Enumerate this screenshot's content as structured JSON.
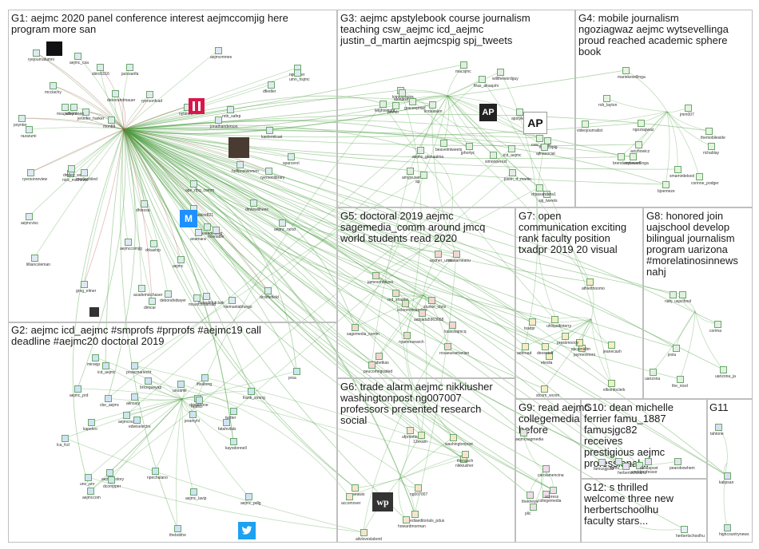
{
  "groups": [
    {
      "id": "g1",
      "text": "G1: aejmc 2020 panel conference interest aejmccomjig here\nprogram more san"
    },
    {
      "id": "g2",
      "text": "G2: aejmc icd_aejmc #smprofs #prprofs #aejmc19 call\ndeadline #aejmc20 doctoral 2019"
    },
    {
      "id": "g3",
      "text": "G3: aejmc apstylebook course journalism\nteaching csw_aejmc icd_aejmc\njustin_d_martin aejmcspig spj_tweets"
    },
    {
      "id": "g4",
      "text": "G4: mobile journalism\nngoziagwaz aejmc wytsevellinga\nproud reached academic sphere\nbook"
    },
    {
      "id": "g5",
      "text": "G5: doctoral 2019 aejmc\nsagemedia_comm around jmcq\nworld students read 2020"
    },
    {
      "id": "g6",
      "text": "G6: trade alarm aejmc nikkiusher\nwashingtonpost ng007007\nprofessors presented research\nsocial"
    },
    {
      "id": "g7",
      "text": "G7: open\ncommunication exciting\nrank faculty position\ntxadpr 2019 20 visual"
    },
    {
      "id": "g8",
      "text": "G8: honored join\nuajschool develop\nbilingual journalism\nprogram uarizona\n#morelatinosinnews\nnahj"
    },
    {
      "id": "g9",
      "text": "G9: read aejmc\ncollegemedia\nbefore"
    },
    {
      "id": "g10",
      "text": "G10: dean michelle\nferrier famu_1887\nfamusjgc82\nreceives\nprestigious aejmc\nprofessional..."
    },
    {
      "id": "g11",
      "text": "G11"
    },
    {
      "id": "g12",
      "text": "G12: s thrilled\nwelcome three new\nherbertschoolhu\nfaculty stars..."
    }
  ],
  "nodes": {
    "g1": [
      "aejmc",
      "poynter",
      "sbird1016",
      "ryersonlibrary",
      "ryersonfcad",
      "ryejournalumni",
      "greg_elmer",
      "nytimes",
      "ryersonreview",
      "mcclachy",
      "dimcar",
      "jennifer_harker",
      "deborahdmauer",
      "drcliffefield",
      "lilliancoleman",
      "niemanlabfuego",
      "msuocomarsad",
      "caseadviaing",
      "msujschool",
      "dmfewillhees",
      "jonathanderson",
      "ngeldner",
      "nick_mathews",
      "deborahidwyer",
      "meredithdclark",
      "kaelemilcari",
      "aejmccomjig",
      "dmiley_writes",
      "monb3",
      "dhinosa",
      "jackoarifa",
      "anamara",
      "msetable",
      "nnb_safep",
      "aejmc_ncnd",
      "ape_rfpg_comm",
      "dfiedler",
      "jessmaddox821",
      "huffpostwomen",
      "aejmc_csa",
      "aejmcmmee",
      "alleyronen",
      "drkaship",
      "razarumi",
      "mediaphiled",
      "sparcerol",
      "aejmcvisc",
      "academicchaser",
      "umn_hsjmc"
    ],
    "g2": [
      "thebobhe",
      "drjmahone",
      "aejmc_lavip",
      "kapekro",
      "bricegueyap",
      "npechulano",
      "icd_aejmc",
      "aejmchistory",
      "dcompper",
      "aejmccom",
      "aejmcrscom",
      "lca_fcd",
      "cbe_aejmc",
      "edwiselectrs",
      "aejmc_pdlg",
      "unoamil",
      "jeramyhl",
      "frank_strong",
      "akhsaly",
      "aejmc_prd",
      "kayodonnell",
      "twitter",
      "fatahvitals",
      "mirsejp",
      "lftsaberg",
      "nodsci",
      "uno_anr",
      "prsacmariecht",
      "prsa"
    ],
    "g3": [
      "aejmcspig",
      "apstylebook",
      "spj_tweets",
      "justin_d_martin",
      "icd_aejmc",
      "csw_aejmc",
      "macsjmc",
      "beavelmtweets",
      "firas_alnaqshi",
      "leightwright",
      "simonperezt",
      "kimfoxreyes",
      "aejmc_glenaalma",
      "graceeproof",
      "drpasandera1",
      "alonprof",
      "amyjsusers",
      "profsb",
      "willthewordguy",
      "ajfnasocial",
      "jphonyc",
      "ap",
      "lindaaslen"
    ],
    "g4": [
      "ngoziagwaz",
      "wytsevellinga",
      "rob_layton",
      "bjoemeze",
      "videojournalist",
      "smamirdekool",
      "themobileside",
      "corinne_podger",
      "richablay",
      "mariekevellinga",
      "jmm007",
      "brendanstewart",
      "acichowicz"
    ],
    "g5": [
      "dsabetkas",
      "sturkie_chris",
      "red_shaebe",
      "ecloommcaroline",
      "sagemedia_comm",
      "louisstajmcq",
      "nyamresearch",
      "peucomngraded",
      "jamesonhayes",
      "aabjada5963058",
      "acoher_umn",
      "rosaeueamanian",
      "rsakarneaou"
    ],
    "g6": [
      "washingtonpost",
      "nikkiusher",
      "ng007007",
      "ufproofing",
      "preseawis",
      "thenusch",
      "alivloveslabord",
      "mediaeditorials_pdus",
      "howardmorman",
      "accomover",
      "12ekam"
    ],
    "g7": [
      "txadpr",
      "stcom_wcom",
      "jeanecash",
      "athletthoomo",
      "jaymesmoro",
      "uhliquidinterry",
      "eteslia",
      "aebroad",
      "deoestoff",
      "cpcamidim",
      "ellioinfoclerk",
      "pressmoody"
    ],
    "g8": [
      "uajschool",
      "uarizona",
      "jesiu",
      "the_nicel",
      "corima",
      "nahj",
      "uarizona_ja"
    ],
    "g9": [
      "aejmcsagmedia",
      "carolamencina",
      "collegemedia",
      "plic",
      "thekheva",
      "scpress"
    ],
    "g10": [
      "famu_1887",
      "famusjgc82",
      "worldprofessor",
      "dallaspost",
      "pearobowhem",
      "herbertschoolhu"
    ],
    "g11": [
      "kalipsan",
      "tahtone",
      "highcountrynews"
    ],
    "g12": [
      "herbertschoolhu"
    ]
  },
  "colors": {
    "edge_green": "#4a9e3f",
    "edge_red": "#b33a3a",
    "box_border": "#bfbfbf",
    "title_text": "#1a1a1a"
  },
  "logos": {
    "ap": "AP",
    "wp": "wp",
    "m": "M",
    "twitter": "twitter-icon",
    "huffpost": "huffpost-icon"
  }
}
